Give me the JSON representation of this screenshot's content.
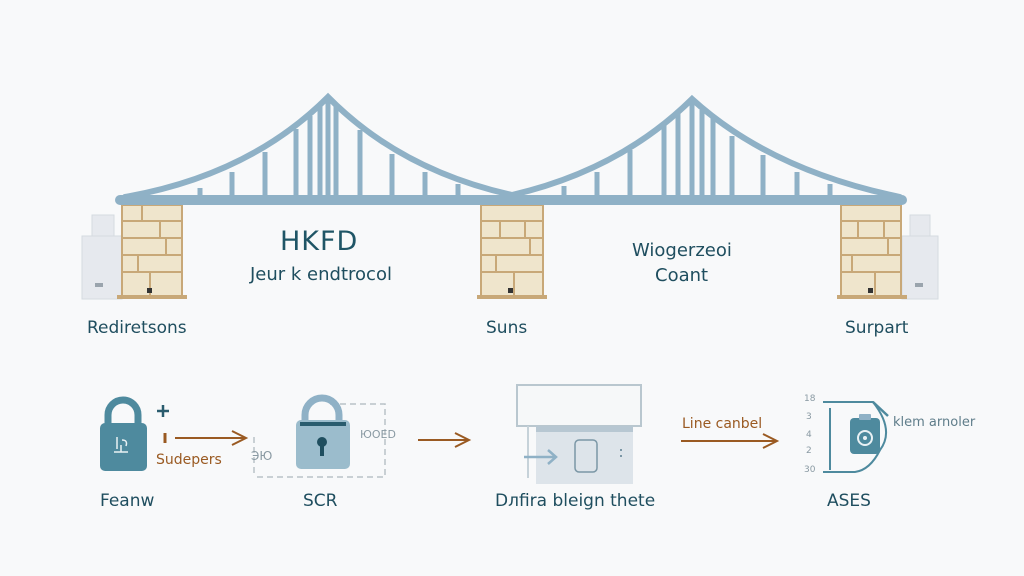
{
  "bridge": {
    "color": "#8fb1c6",
    "stone_color": "#efe5cc",
    "stone_line": "#c8a878",
    "center_title": "HKFD",
    "center_subtitle": "Jeur k endtrocol",
    "right_title": "Wiogerzeoi",
    "right_subtitle": "Coant",
    "pier_labels": [
      "Rediretsons",
      "Suns",
      "Surpart"
    ]
  },
  "flow": {
    "accent_teal": "#4e8a9e",
    "arrow_color": "#9a5a22",
    "steps": [
      {
        "label": "Feanw",
        "icon": "padlock-icon",
        "plus": "+"
      },
      {
        "label": "SCR",
        "icon": "padlock-keyhole-icon",
        "left_tag": "ЭЮ",
        "right_tag": "ЮОЕD"
      },
      {
        "label": "Dлfira bleign thete",
        "icon": "terminal-panel-icon"
      },
      {
        "label": "ASES",
        "icon": "clipboard-gauge-icon",
        "side_text": "klem arnoler",
        "ruler_ticks": [
          "18",
          "3",
          "4",
          "2",
          "30"
        ]
      }
    ],
    "arrows": [
      {
        "label": "Sudepers"
      },
      {
        "label": ""
      },
      {
        "label": "Line canbel"
      }
    ]
  }
}
